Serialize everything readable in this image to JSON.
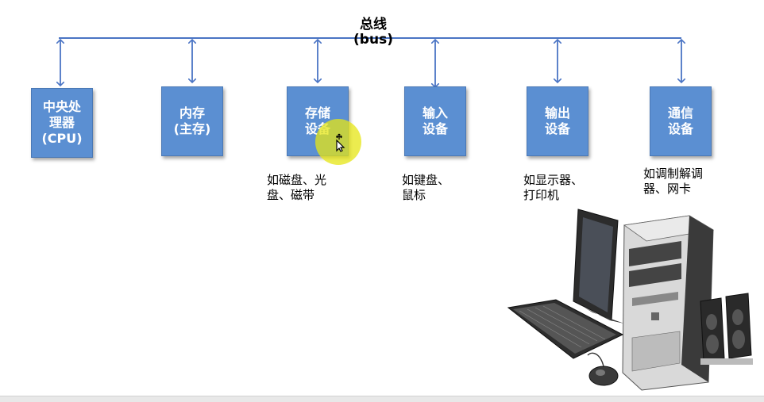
{
  "bus": {
    "title_line1": "总线",
    "title_line2": "(bus)",
    "color": "#4a74c4"
  },
  "boxes": [
    {
      "label": "中央处\n理器\n(CPU)",
      "desc": ""
    },
    {
      "label": "内存\n(主存)",
      "desc": ""
    },
    {
      "label": "存储\n设备",
      "desc": "如磁盘、光\n盘、磁带"
    },
    {
      "label": "输入\n设备",
      "desc": "如键盘、\n鼠标"
    },
    {
      "label": "输出\n设备",
      "desc": "如显示器、\n打印机"
    },
    {
      "label": "通信\n设备",
      "desc": "如调制解调\n器、网卡"
    }
  ],
  "colors": {
    "box_fill": "#5b8fd2",
    "highlight": "#e6e614"
  },
  "icons": {
    "computer": "desktop-computer-illustration",
    "pointer": "move-cursor-icon"
  }
}
